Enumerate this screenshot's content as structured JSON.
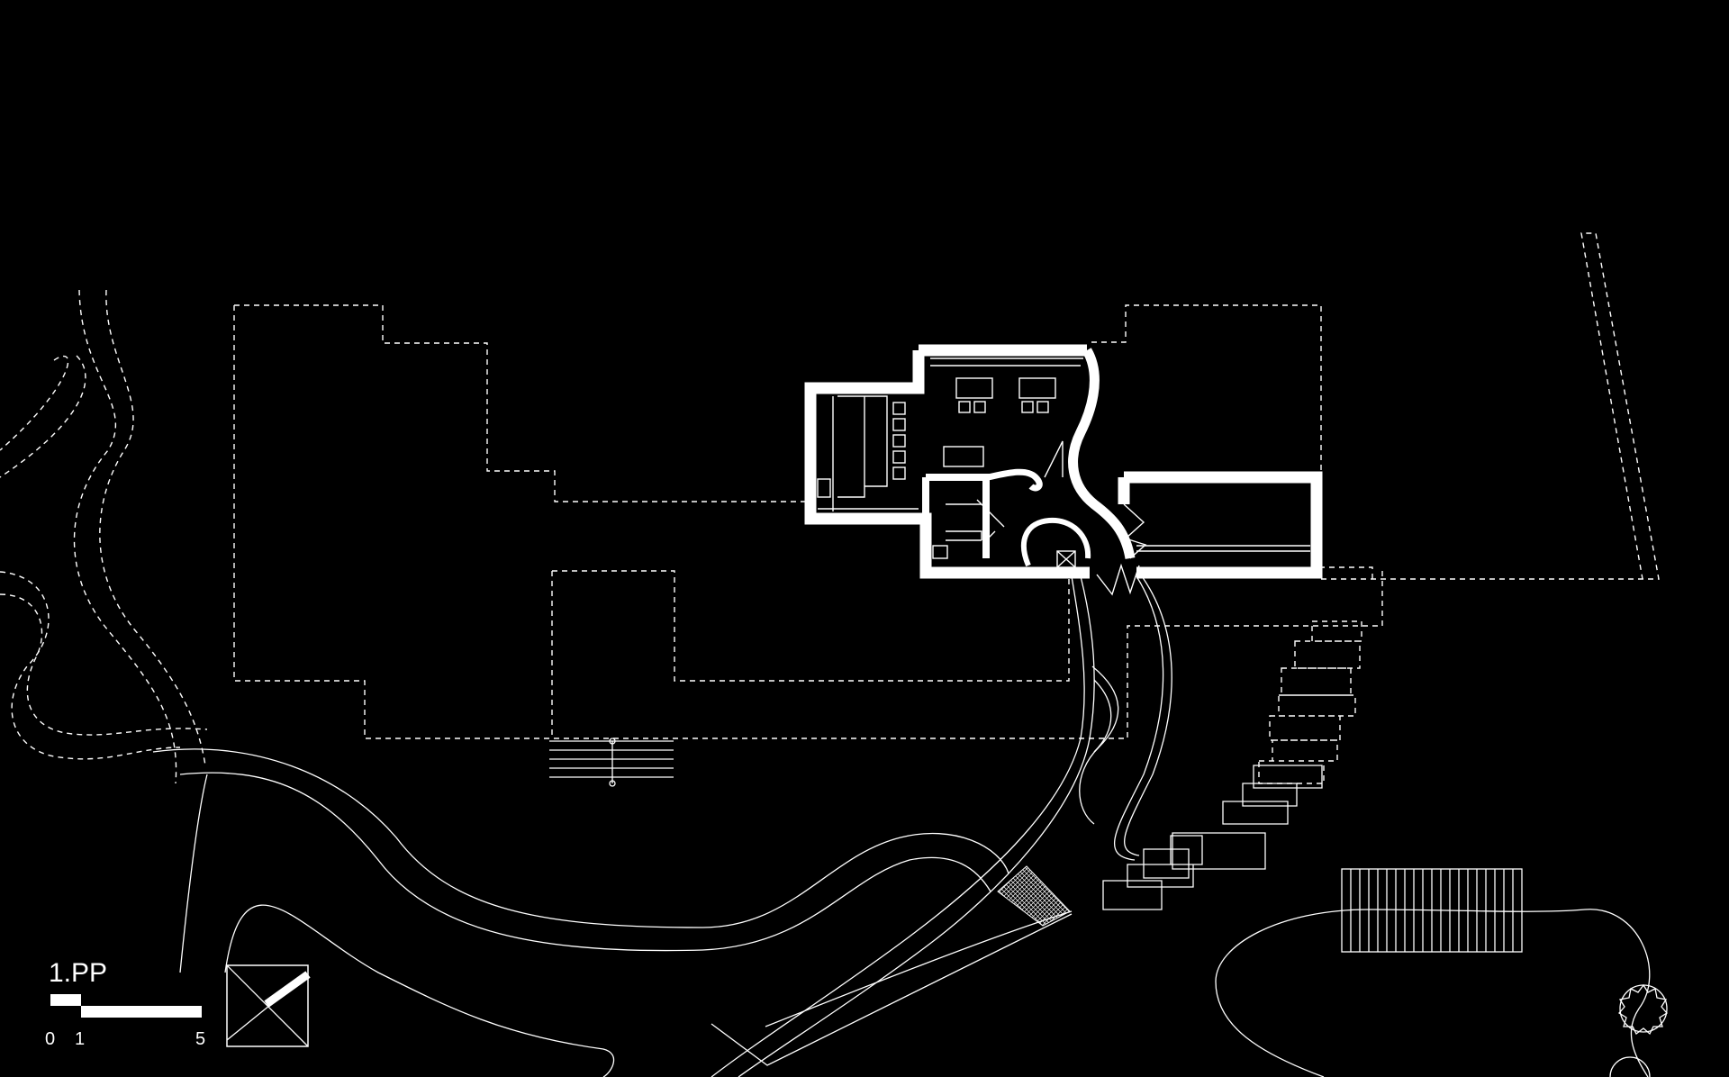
{
  "drawing": {
    "label": "1.PP",
    "scale_ticks": [
      "0",
      "1",
      "5"
    ],
    "colors": {
      "background": "#000000",
      "line": "#ffffff"
    }
  }
}
